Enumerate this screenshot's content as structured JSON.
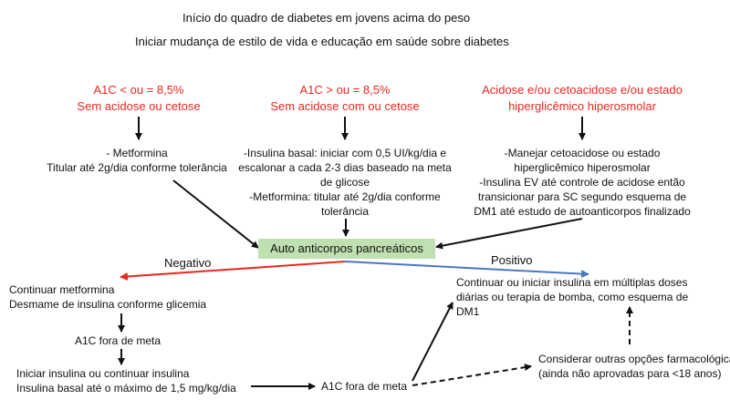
{
  "header": {
    "line1": "Início do quadro de diabetes em jovens acima do peso",
    "line2": "Iniciar mudança de estilo de vida e educação em saúde sobre diabetes"
  },
  "columns": [
    {
      "cond1": "A1C < ou = 8,5%",
      "cond2": "Sem acidose ou cetose",
      "treatment": [
        "- Metformina",
        "Titular até 2g/dia conforme tolerância"
      ]
    },
    {
      "cond1": "A1C > ou = 8,5%",
      "cond2": "Sem acidose com ou cetose",
      "treatment": [
        "-Insulina basal: iniciar com 0,5 UI/kg/dia e",
        "escalonar a cada 2-3 dias baseado na meta",
        "de glicose",
        "-Metformina: titular até 2g/dia conforme",
        "tolerância"
      ]
    },
    {
      "cond1": "Acidose e/ou cetoacidose e/ou estado",
      "cond2": "hiperglicêmico hiperosmolar",
      "treatment": [
        "-Manejar cetoacidose ou estado",
        "hiperglicêmico hiperosmolar",
        "-Insulina EV até controle de acidose então",
        "transicionar para SC segundo esquema de",
        "DM1 até estudo de autoanticorpos finalizado"
      ]
    }
  ],
  "center_node": "Auto anticorpos pancreáticos",
  "labels": {
    "negative": "Negativo",
    "positive": "Positivo"
  },
  "negative_branch": {
    "step1": [
      "Continuar metformina",
      "Desmame de insulina conforme glicemia"
    ],
    "step2": "A1C fora de meta",
    "step3": [
      "Iniciar insulina ou continuar insulina",
      "Insulina basal até o máximo de 1,5 mg/kg/dia"
    ],
    "step4": "A1C fora de meta"
  },
  "positive_branch": {
    "text": [
      "Continuar ou iniciar insulina em múltiplas doses",
      "diárias ou terapia de bomba, como esquema de",
      "DM1"
    ]
  },
  "other_options": [
    "Considerar outras opções farmacológicas",
    "(ainda não aprovadas para <18 anos)"
  ],
  "colors": {
    "red": "#e8281f",
    "blue": "#4a78c2",
    "node_fill": "#bfe0b0"
  }
}
